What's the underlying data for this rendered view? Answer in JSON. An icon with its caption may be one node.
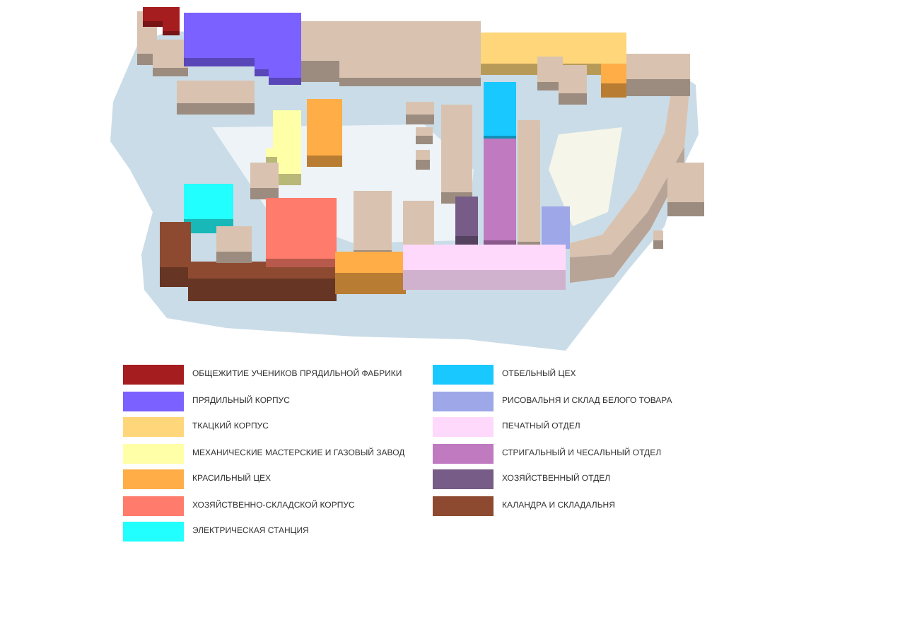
{
  "diagram": {
    "legend": [
      {
        "text": "ОБЩЕЖИТИЕ УЧЕНИКОВ ПРЯДИЛЬНОЙ ФАБРИКИ",
        "color": "#a51d1f"
      },
      {
        "text": "ПРЯДИЛЬНЫЙ КОРПУС",
        "color": "#7b61ff"
      },
      {
        "text": "ТКАЦКИЙ КОРПУС",
        "color": "#ffd67a"
      },
      {
        "text": "МЕХАНИЧЕСКИЕ МАСТЕРСКИЕ И ГАЗОВЫЙ ЗАВОД",
        "color": "#ffffa8"
      },
      {
        "text": "КРАСИЛЬНЫЙ ЦЕХ",
        "color": "#ffad47"
      },
      {
        "text": "ХОЗЯЙСТВЕННО-СКЛАДСКОЙ КОРПУС",
        "color": "#ff7b6b"
      },
      {
        "text": "ЭЛЕКТРИЧЕСКАЯ СТАНЦИЯ",
        "color": "#22ffff"
      },
      {
        "text": "ОТБЕЛЬНЫЙ ЦЕХ",
        "color": "#19c8ff"
      },
      {
        "text": "РИСОВАЛЬНЯ И СКЛАД БЕЛОГО ТОВАРА",
        "color": "#9ea8e8"
      },
      {
        "text": "ПЕЧАТНЫЙ ОТДЕЛ",
        "color": "#ffd9fb"
      },
      {
        "text": "СТРИГАЛЬНЫЙ И ЧЕСАЛЬНЫЙ ОТДЕЛ",
        "color": "#c07ac0"
      },
      {
        "text": "ХОЗЯЙСТВЕННЫЙ ОТДЕЛ",
        "color": "#765c86"
      },
      {
        "text": "КАЛАНДРА И СКЛАДАЛЬНЯ",
        "color": "#8e4a30"
      }
    ]
  }
}
